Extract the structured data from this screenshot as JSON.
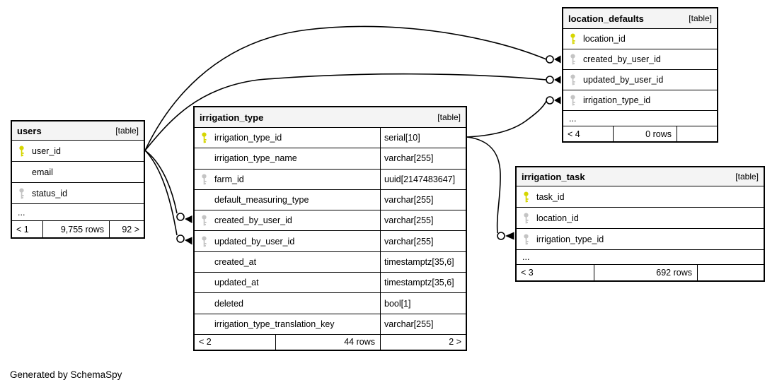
{
  "diagram": {
    "caption": "Generated by SchemaSpy"
  },
  "colors": {
    "primary_key": "#d6d600",
    "foreign_key": "#c4c4c4",
    "table_header_bg": "#f4f4f4",
    "table_border": "#000000",
    "edge": "#000000"
  },
  "tables": [
    {
      "name": "users",
      "tag": "[table]",
      "columns": [
        {
          "name": "user_id",
          "key": "pk"
        },
        {
          "name": "email",
          "key": ""
        },
        {
          "name": "status_id",
          "key": "fk"
        },
        {
          "name": "...",
          "key": ""
        }
      ],
      "footer": {
        "left": "< 1",
        "center": "9,755 rows",
        "right": "92 >"
      }
    },
    {
      "name": "irrigation_type",
      "tag": "[table]",
      "columns": [
        {
          "name": "irrigation_type_id",
          "type": "serial[10]",
          "key": "pk"
        },
        {
          "name": "irrigation_type_name",
          "type": "varchar[255]",
          "key": ""
        },
        {
          "name": "farm_id",
          "type": "uuid[2147483647]",
          "key": "fk"
        },
        {
          "name": "default_measuring_type",
          "type": "varchar[255]",
          "key": ""
        },
        {
          "name": "created_by_user_id",
          "type": "varchar[255]",
          "key": "fk"
        },
        {
          "name": "updated_by_user_id",
          "type": "varchar[255]",
          "key": "fk"
        },
        {
          "name": "created_at",
          "type": "timestamptz[35,6]",
          "key": ""
        },
        {
          "name": "updated_at",
          "type": "timestamptz[35,6]",
          "key": ""
        },
        {
          "name": "deleted",
          "type": "bool[1]",
          "key": ""
        },
        {
          "name": "irrigation_type_translation_key",
          "type": "varchar[255]",
          "key": ""
        }
      ],
      "footer": {
        "left": "< 2",
        "center": "44 rows",
        "right": "2 >"
      }
    },
    {
      "name": "location_defaults",
      "tag": "[table]",
      "columns": [
        {
          "name": "location_id",
          "key": "pk"
        },
        {
          "name": "created_by_user_id",
          "key": "fk"
        },
        {
          "name": "updated_by_user_id",
          "key": "fk"
        },
        {
          "name": "irrigation_type_id",
          "key": "fk"
        },
        {
          "name": "...",
          "key": ""
        }
      ],
      "footer": {
        "left": "< 4",
        "center": "0 rows",
        "right": ""
      }
    },
    {
      "name": "irrigation_task",
      "tag": "[table]",
      "columns": [
        {
          "name": "task_id",
          "key": "pk"
        },
        {
          "name": "location_id",
          "key": "fk"
        },
        {
          "name": "irrigation_type_id",
          "key": "fk"
        },
        {
          "name": "...",
          "key": ""
        }
      ],
      "footer": {
        "left": "< 3",
        "center": "692 rows",
        "right": ""
      }
    }
  ],
  "relationships": [
    {
      "from": "users.user_id",
      "to": "irrigation_type.created_by_user_id"
    },
    {
      "from": "users.user_id",
      "to": "irrigation_type.updated_by_user_id"
    },
    {
      "from": "users.user_id",
      "to": "location_defaults.created_by_user_id"
    },
    {
      "from": "users.user_id",
      "to": "location_defaults.updated_by_user_id"
    },
    {
      "from": "irrigation_type.irrigation_type_id",
      "to": "location_defaults.irrigation_type_id"
    },
    {
      "from": "irrigation_type.irrigation_type_id",
      "to": "irrigation_task.irrigation_type_id"
    }
  ]
}
